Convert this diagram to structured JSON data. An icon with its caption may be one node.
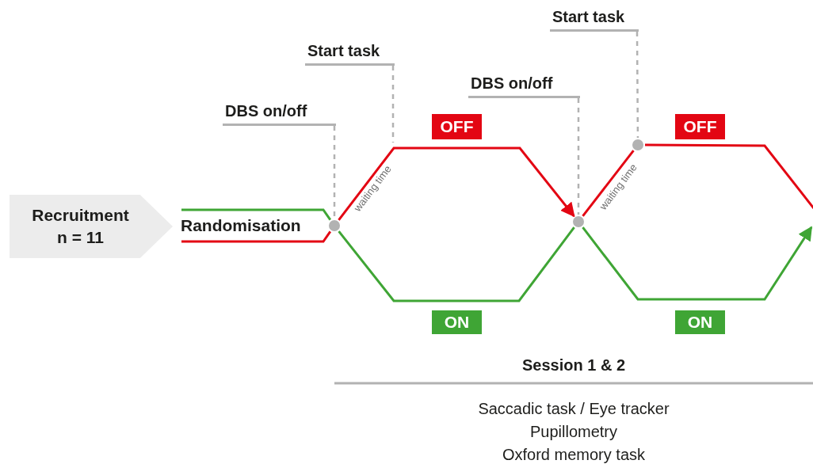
{
  "diagram": {
    "nodes": [
      {
        "text": [
          "Recruitment n = 11"
        ]
      },
      {
        "text": [
          "Randomisation"
        ]
      },
      {
        "text": [
          "DBS on/off"
        ]
      },
      {
        "text": [
          "Start task"
        ]
      },
      {
        "text": [
          "DBS on/off"
        ]
      },
      {
        "text": [
          "Start task"
        ]
      },
      {
        "text": [
          "OFF"
        ]
      },
      {
        "text": [
          "OFF"
        ]
      },
      {
        "text": [
          "ON"
        ]
      },
      {
        "text": [
          "ON"
        ]
      },
      {
        "text": [],
        "shape": "circle"
      },
      {
        "text": [],
        "shape": "circle"
      },
      {
        "text": [],
        "shape": "circle"
      }
    ],
    "edges": [
      {
        "from": 2,
        "to": 10,
        "arrow": "none",
        "style": "dashed",
        "color": "#b2b2b2"
      },
      {
        "from": 3,
        "to": null,
        "arrow": "none",
        "style": "dashed",
        "color": "#b2b2b2"
      },
      {
        "from": 4,
        "to": 11,
        "arrow": "none",
        "style": "dashed",
        "color": "#b2b2b2"
      },
      {
        "from": 5,
        "to": 12,
        "arrow": "none",
        "style": "dashed",
        "color": "#b2b2b2"
      },
      {
        "from": 1,
        "to": 10,
        "arrow": "none",
        "color": "#3fa535"
      },
      {
        "from": 1,
        "to": 10,
        "arrow": "none",
        "color": "#e30613"
      },
      {
        "from": 10,
        "to": 11,
        "arrow": "to",
        "label": "waiting time",
        "color": "#e30613"
      },
      {
        "from": 10,
        "to": 11,
        "arrow": "none",
        "color": "#3fa535"
      },
      {
        "from": 11,
        "to": 12,
        "arrow": "none",
        "label": "waiting time",
        "color": "#e30613"
      },
      {
        "from": 12,
        "to": null,
        "arrow": "none",
        "color": "#e30613"
      },
      {
        "from": 11,
        "to": null,
        "arrow": "to",
        "color": "#3fa535"
      }
    ],
    "labels": [
      "Session 1 & 2",
      "Saccadic task / Eye tracker",
      "Pupillometry",
      "Oxford memory task"
    ]
  }
}
